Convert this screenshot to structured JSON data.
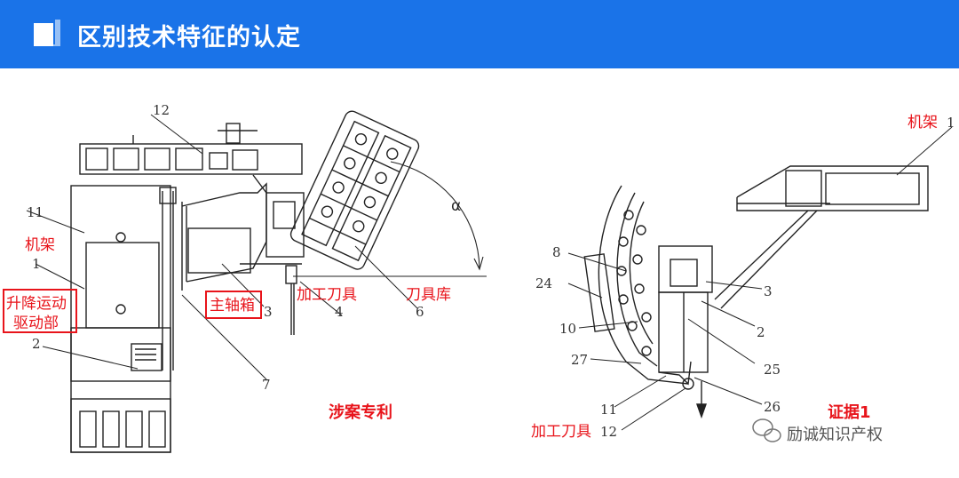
{
  "header": {
    "title": "区别技术特征的认定",
    "icon": "document-square-icon"
  },
  "left_figure": {
    "numbers": [
      "12",
      "11",
      "1",
      "2",
      "3",
      "4",
      "6",
      "7"
    ],
    "alpha": "α",
    "labels": {
      "frame": "机架",
      "lift_drive_line1": "升降运动",
      "lift_drive_line2": "驱动部",
      "spindle_box": "主轴箱",
      "tool": "加工刀具",
      "tool_magazine": "刀具库"
    },
    "caption": "涉案专利"
  },
  "right_figure": {
    "numbers": [
      "1",
      "8",
      "24",
      "10",
      "27",
      "11",
      "12",
      "3",
      "2",
      "25",
      "26"
    ],
    "labels": {
      "frame": "机架",
      "tool": "加工刀具"
    },
    "caption": "证据1"
  },
  "watermark": {
    "text": "励诚知识产权",
    "icon": "wechat-icon"
  },
  "colors": {
    "header": "#1a73e8",
    "label": "#e8141b"
  }
}
